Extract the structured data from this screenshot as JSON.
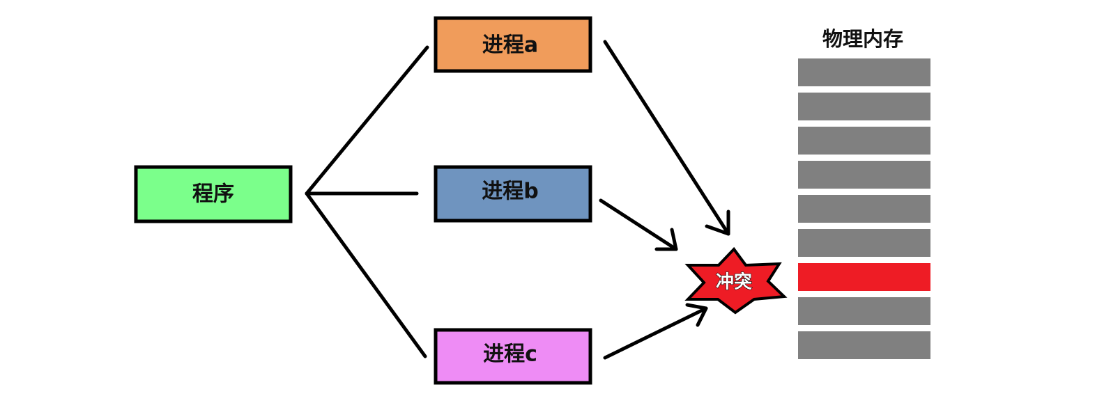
{
  "program": {
    "label": "程序",
    "color": "#7bff8b"
  },
  "processes": [
    {
      "label": "进程a",
      "color": "#f09c5b"
    },
    {
      "label": "进程b",
      "color": "#6f94bf"
    },
    {
      "label": "进程c",
      "color": "#ee8cf5"
    }
  ],
  "conflict": {
    "label": "冲突",
    "color": "#ee1c25"
  },
  "memory": {
    "title": "物理内存",
    "block_color": "#808080",
    "highlight_color": "#ee1c25",
    "blocks": [
      "normal",
      "normal",
      "normal",
      "normal",
      "normal",
      "normal",
      "highlight",
      "normal",
      "normal"
    ]
  }
}
